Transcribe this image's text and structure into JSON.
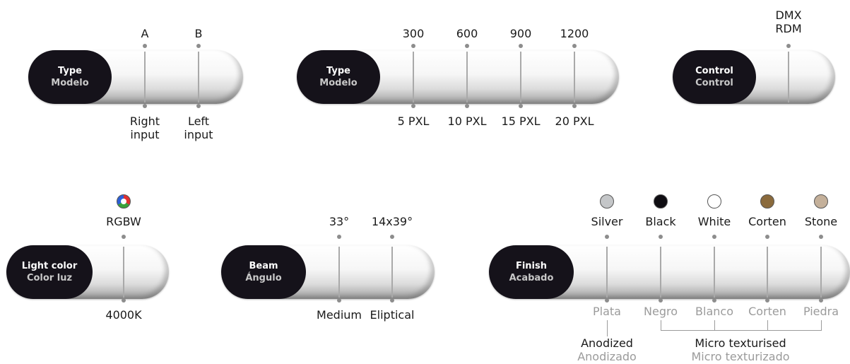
{
  "type_ab": {
    "title": "Type",
    "subtitle": "Modelo",
    "top_labels": [
      "A",
      "B"
    ],
    "bottom_labels": [
      "Right\ninput",
      "Left\ninput"
    ]
  },
  "type_len": {
    "title": "Type",
    "subtitle": "Modelo",
    "top_labels": [
      "300",
      "600",
      "900",
      "1200"
    ],
    "bottom_labels": [
      "5 PXL",
      "10 PXL",
      "15 PXL",
      "20 PXL"
    ]
  },
  "control": {
    "title": "Control",
    "subtitle": "Control",
    "top_label": "DMX\nRDM"
  },
  "light": {
    "title": "Light color",
    "subtitle": "Color luz",
    "top_label": "RGBW",
    "bottom_label": "4000K",
    "swatch_icon": "rgbw-color-wheel-icon"
  },
  "beam": {
    "title": "Beam",
    "subtitle": "Ángulo",
    "top_labels": [
      "33°",
      "14x39°"
    ],
    "bottom_labels": [
      "Medium",
      "Eliptical"
    ]
  },
  "finish": {
    "title": "Finish",
    "subtitle": "Acabado",
    "top_labels": [
      "Silver",
      "Black",
      "White",
      "Corten",
      "Stone"
    ],
    "bottom_labels": [
      "Plata",
      "Negro",
      "Blanco",
      "Corten",
      "Piedra"
    ],
    "swatch_colors": [
      "#c4c6c8",
      "#0f0d12",
      "#ffffff",
      "#8a6a3c",
      "#c4b09a"
    ],
    "group_anodized": "Anodized",
    "group_anodized_es": "Anodizado",
    "group_micro": "Micro texturised",
    "group_micro_es": "Micro texturizado"
  }
}
